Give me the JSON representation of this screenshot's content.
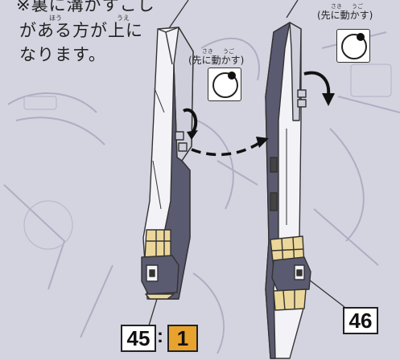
{
  "instruction": {
    "line1": "※裏に溝がすこし",
    "line2": "がある方が上に",
    "line3": "なります。",
    "ruby_hou": "ほう",
    "ruby_ue": "うえ"
  },
  "direction": {
    "label": "(先に動かす)",
    "ruby_saki": "さき",
    "ruby_ugo": "うご"
  },
  "parts": {
    "left_number": "45",
    "separator": ":",
    "left_sub_number": "1",
    "right_number": "46"
  },
  "colors": {
    "background": "#d4d4e0",
    "part_light": "#f2f2f7",
    "part_shade": "#cfcfdc",
    "part_dark": "#5a5a70",
    "yellow_band": "#ecd79a",
    "orange_box": "#e8a32e"
  }
}
